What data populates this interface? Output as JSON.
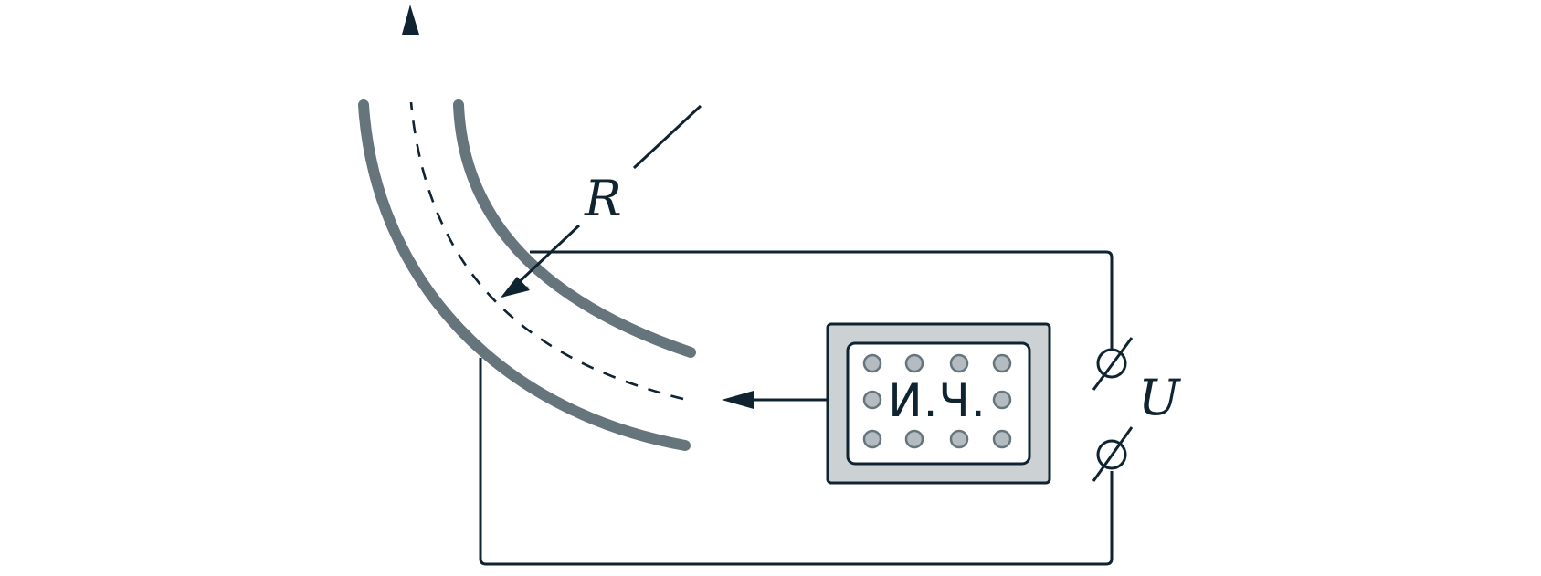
{
  "labels": {
    "radius": "R",
    "voltage": "U",
    "source": "И.Ч."
  },
  "colors": {
    "ink": "#0f2330",
    "plate": "#66747c",
    "source_fill": "#ccd1d4",
    "dot_fill": "#b4bcc2"
  }
}
